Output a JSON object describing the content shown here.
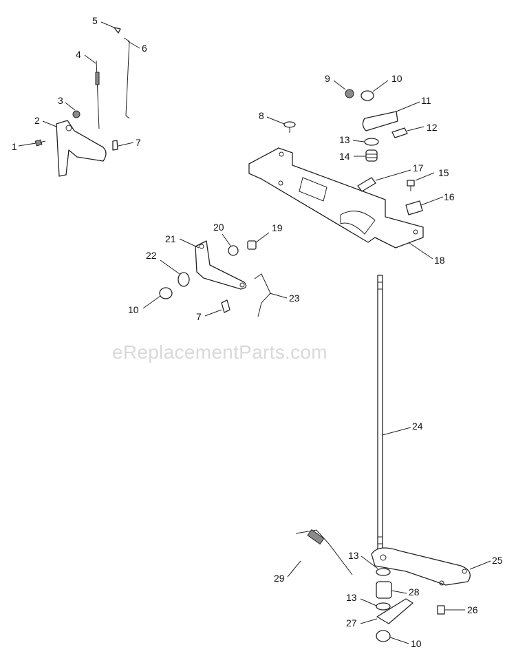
{
  "watermark": "eReplacementParts.com",
  "callouts": [
    {
      "id": "c1",
      "label": "1"
    },
    {
      "id": "c2",
      "label": "2"
    },
    {
      "id": "c3",
      "label": "3"
    },
    {
      "id": "c4",
      "label": "4"
    },
    {
      "id": "c5",
      "label": "5"
    },
    {
      "id": "c6",
      "label": "6"
    },
    {
      "id": "c7a",
      "label": "7"
    },
    {
      "id": "c8",
      "label": "8"
    },
    {
      "id": "c9",
      "label": "9"
    },
    {
      "id": "c10a",
      "label": "10"
    },
    {
      "id": "c11",
      "label": "11"
    },
    {
      "id": "c12",
      "label": "12"
    },
    {
      "id": "c13a",
      "label": "13"
    },
    {
      "id": "c14",
      "label": "14"
    },
    {
      "id": "c15",
      "label": "15"
    },
    {
      "id": "c16",
      "label": "16"
    },
    {
      "id": "c17",
      "label": "17"
    },
    {
      "id": "c18",
      "label": "18"
    },
    {
      "id": "c19",
      "label": "19"
    },
    {
      "id": "c20",
      "label": "20"
    },
    {
      "id": "c21",
      "label": "21"
    },
    {
      "id": "c22",
      "label": "22"
    },
    {
      "id": "c10b",
      "label": "10"
    },
    {
      "id": "c7b",
      "label": "7"
    },
    {
      "id": "c23",
      "label": "23"
    },
    {
      "id": "c24",
      "label": "24"
    },
    {
      "id": "c25",
      "label": "25"
    },
    {
      "id": "c13b",
      "label": "13"
    },
    {
      "id": "c29",
      "label": "29"
    },
    {
      "id": "c28",
      "label": "28"
    },
    {
      "id": "c13c",
      "label": "13"
    },
    {
      "id": "c26",
      "label": "26"
    },
    {
      "id": "c27",
      "label": "27"
    },
    {
      "id": "c10c",
      "label": "10"
    }
  ]
}
